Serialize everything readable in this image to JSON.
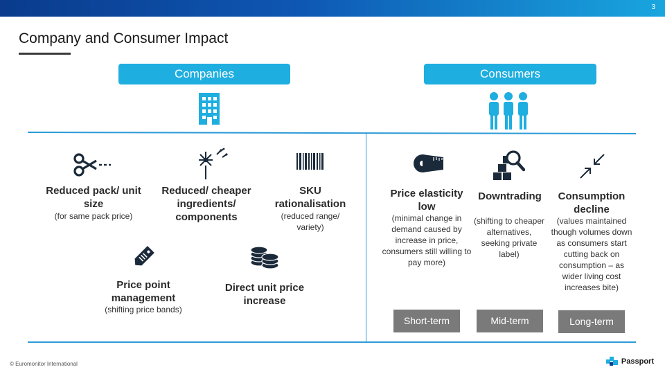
{
  "page_number": "3",
  "title": "Company and Consumer Impact",
  "companies": {
    "header": "Companies",
    "icon": "building-icon",
    "items": [
      {
        "label": "Reduced pack/ unit size",
        "sub": "(for  same pack price)",
        "icon": "scissors-icon"
      },
      {
        "label": "Reduced/ cheaper ingredients/ components",
        "sub": "",
        "icon": "dandelion-icon"
      },
      {
        "label": "SKU rationalisation",
        "sub": "(reduced range/ variety)",
        "icon": "barcode-icon"
      },
      {
        "label": "Price point management",
        "sub": "(shifting price bands)",
        "icon": "price-tag-icon"
      },
      {
        "label": "Direct unit price increase",
        "sub": "",
        "icon": "coins-icon"
      }
    ]
  },
  "consumers": {
    "header": "Consumers",
    "icon": "people-icon",
    "items": [
      {
        "label": "Price elasticity low",
        "sub": "(minimal change in demand caused by increase in price, consumers still willing to pay more)",
        "term": "Short-term",
        "icon": "tape-measure-icon"
      },
      {
        "label": "Downtrading",
        "sub": "(shifting to cheaper alternatives, seeking private label)",
        "term": "Mid-term",
        "icon": "boxes-search-icon"
      },
      {
        "label": "Consumption decline",
        "sub": "(values maintained though volumes down as consumers start cutting back on consumption – as wider living cost increases bite)",
        "term": "Long-term",
        "icon": "arrows-inward-icon"
      }
    ]
  },
  "footer": {
    "copyright": "© Euromonitor International",
    "brand": "Passport"
  },
  "colors": {
    "accent": "#1eaee0",
    "rule": "#2b9ad6",
    "term_box": "#7a7a7a",
    "icon": "#1b2a3a"
  }
}
